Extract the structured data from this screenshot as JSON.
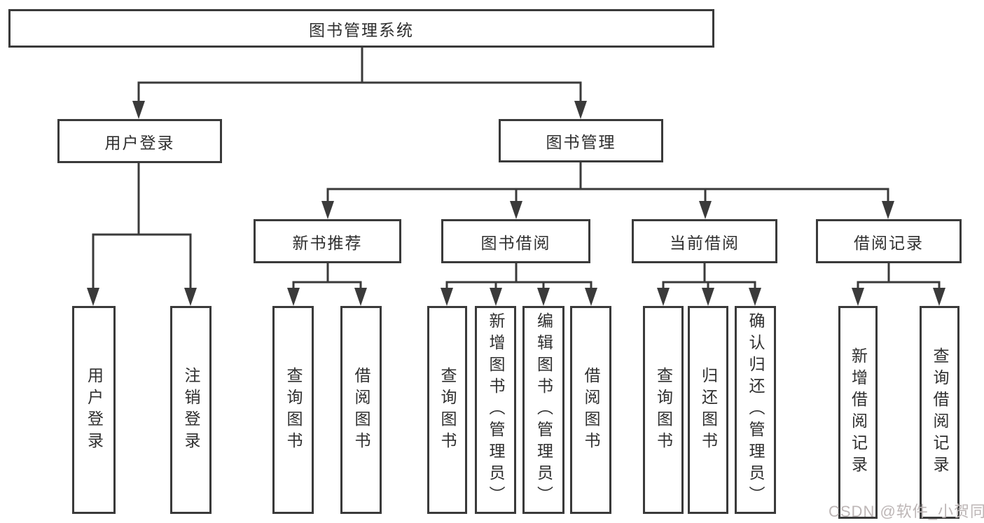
{
  "diagram": {
    "title": "图书管理系统",
    "root": {
      "label": "图书管理系统"
    },
    "branches": [
      {
        "label": "用户登录",
        "children": [
          "用户登录",
          "注销登录"
        ]
      },
      {
        "label": "图书管理",
        "children": [
          {
            "label": "新书推荐",
            "children": [
              "查询图书",
              "借阅图书"
            ]
          },
          {
            "label": "图书借阅",
            "children": [
              "查询图书",
              "新增图书（管理员）",
              "编辑图书（管理员）",
              "借阅图书"
            ]
          },
          {
            "label": "当前借阅",
            "children": [
              "查询图书",
              "归还图书",
              "确认归还（管理员）"
            ]
          },
          {
            "label": "借阅记录",
            "children": [
              "新增借阅记录",
              "查询借阅记录"
            ]
          }
        ]
      }
    ]
  },
  "colors": {
    "line": "#3a3a3a",
    "text": "#2f2f2f",
    "background": "#ffffff",
    "watermark": "#bdb6b6"
  },
  "watermark": {
    "text": "CSDN @软件_小贺同学"
  }
}
